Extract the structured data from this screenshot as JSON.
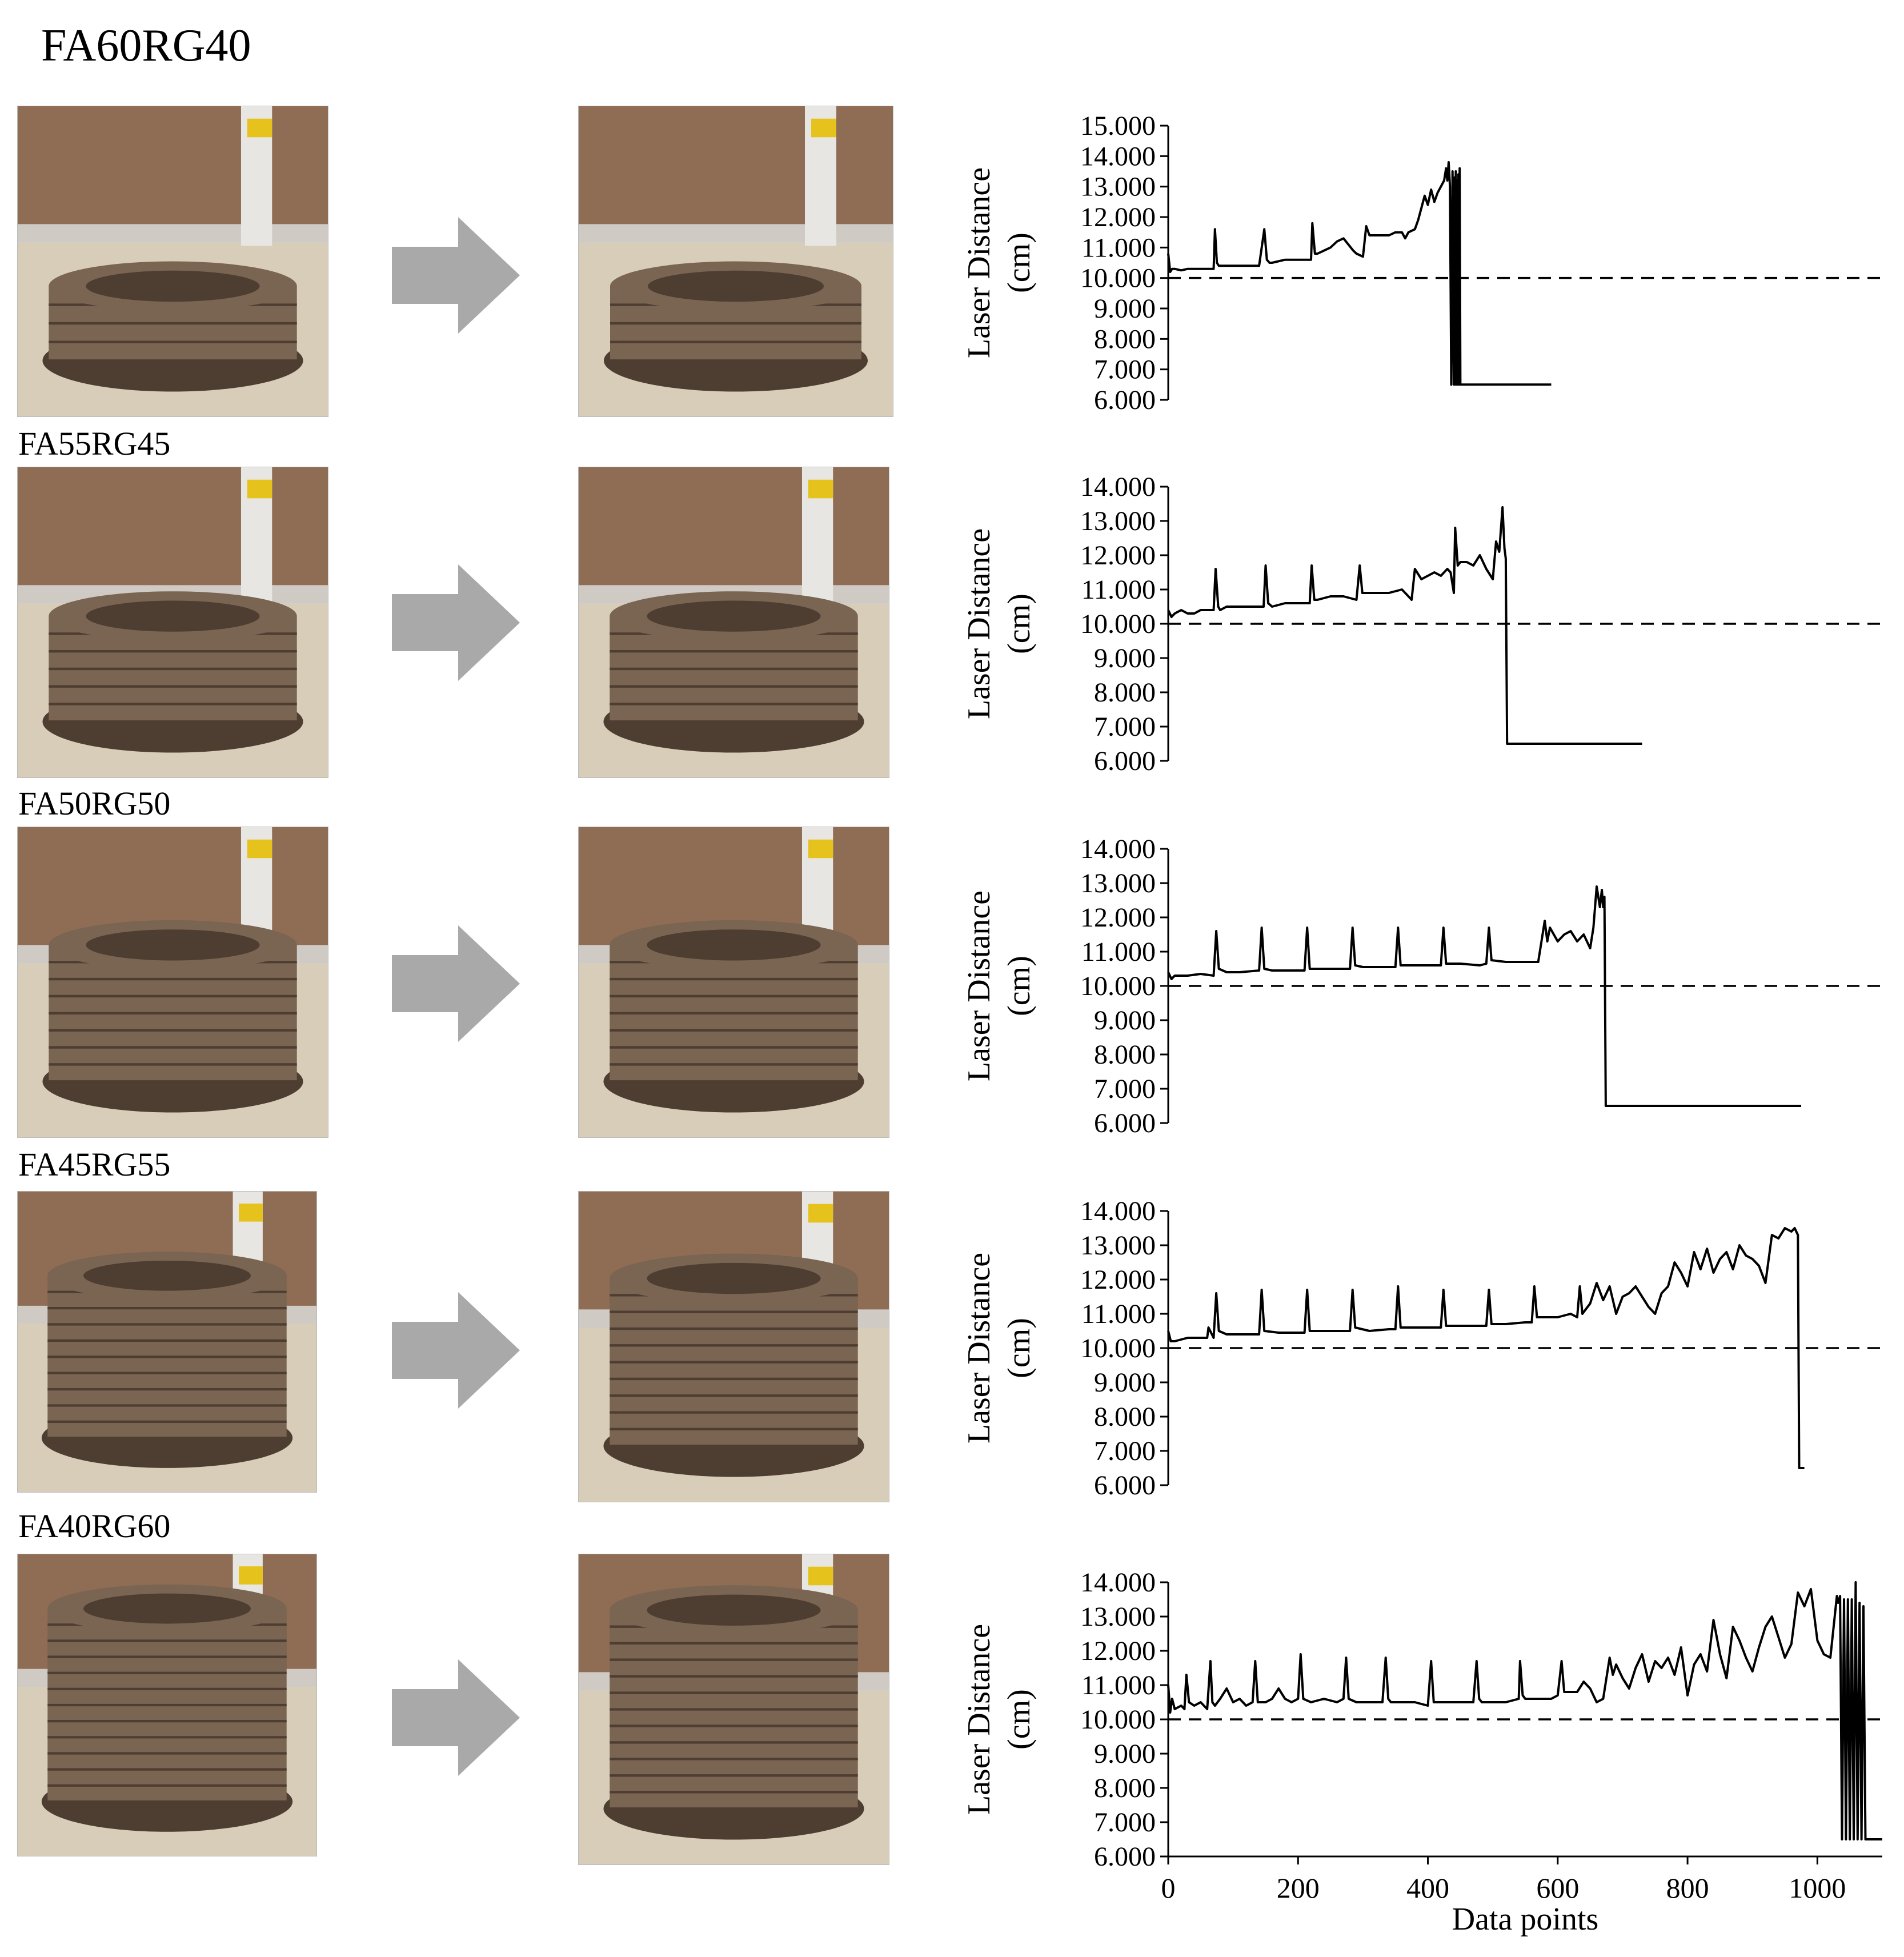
{
  "rows": [
    {
      "label": "FA60RG40"
    },
    {
      "label": "FA55RG45"
    },
    {
      "label": "FA50RG50"
    },
    {
      "label": "FA45RG55"
    },
    {
      "label": "FA40RG60"
    }
  ],
  "colors": {
    "clay": "#7a6452",
    "clay_dark": "#4e3d31",
    "wall": "#8f6d55",
    "floor": "#d8cdb8",
    "arrow": "#a9a9a9",
    "line": "#000000"
  },
  "chart_data": [
    {
      "type": "line",
      "title": "FA60RG40",
      "ylabel": [
        "Laser Distance",
        "(cm)"
      ],
      "yticks": [
        "15.000",
        "14.000",
        "13.000",
        "12.000",
        "11.000",
        "10.000",
        "9.000",
        "8.000",
        "7.000",
        "6.000"
      ],
      "ylim": [
        6,
        15
      ],
      "xlim": [
        0,
        1100
      ],
      "reference_line": 10,
      "series": [
        {
          "x": [
            0,
            3,
            6,
            10,
            20,
            30,
            40,
            50,
            60,
            70,
            72,
            75,
            78,
            90,
            100,
            120,
            140,
            148,
            152,
            156,
            160,
            180,
            200,
            220,
            222,
            226,
            230,
            240,
            250,
            260,
            270,
            285,
            290,
            300,
            305,
            310,
            320,
            330,
            340,
            350,
            360,
            365,
            370,
            380,
            385,
            390,
            395,
            400,
            405,
            410,
            415,
            420,
            425,
            428,
            430,
            432,
            434,
            436,
            438,
            440,
            441,
            442,
            443,
            444,
            445,
            446,
            447,
            448,
            449,
            450,
            452,
            454,
            456,
            470,
            490,
            510,
            530,
            550,
            570,
            590,
            590
          ],
          "y": [
            10.8,
            10.2,
            10.3,
            10.3,
            10.25,
            10.3,
            10.3,
            10.3,
            10.3,
            10.3,
            11.6,
            10.5,
            10.4,
            10.4,
            10.4,
            10.4,
            10.4,
            11.6,
            10.6,
            10.5,
            10.5,
            10.6,
            10.6,
            10.6,
            11.8,
            10.8,
            10.8,
            10.9,
            11.0,
            11.2,
            11.3,
            10.9,
            10.8,
            10.7,
            11.7,
            11.4,
            11.4,
            11.4,
            11.4,
            11.5,
            11.5,
            11.3,
            11.5,
            11.6,
            11.9,
            12.3,
            12.7,
            12.4,
            12.9,
            12.5,
            12.8,
            13.0,
            13.2,
            13.6,
            13.2,
            13.8,
            13.0,
            6.5,
            13.5,
            6.5,
            13.3,
            6.5,
            13.5,
            6.5,
            13.2,
            6.5,
            13.4,
            6.5,
            13.6,
            6.5,
            6.5,
            6.5,
            6.5,
            6.5,
            6.5,
            6.5,
            6.5,
            6.5,
            6.5,
            6.5,
            6.5
          ]
        }
      ]
    },
    {
      "type": "line",
      "title": "FA55RG45",
      "ylabel": [
        "Laser Distance",
        "(cm)"
      ],
      "yticks": [
        "14.000",
        "13.000",
        "12.000",
        "11.000",
        "10.000",
        "9.000",
        "8.000",
        "7.000",
        "6.000"
      ],
      "ylim": [
        6,
        14
      ],
      "xlim": [
        0,
        1100
      ],
      "reference_line": 10,
      "series": [
        {
          "x": [
            0,
            5,
            10,
            20,
            30,
            40,
            50,
            70,
            73,
            77,
            80,
            90,
            110,
            130,
            147,
            150,
            154,
            160,
            180,
            200,
            218,
            221,
            225,
            230,
            250,
            270,
            290,
            295,
            299,
            305,
            320,
            340,
            360,
            370,
            375,
            380,
            390,
            400,
            410,
            420,
            430,
            435,
            440,
            442,
            446,
            450,
            460,
            470,
            480,
            490,
            500,
            505,
            510,
            515,
            518,
            520,
            522,
            522,
            530,
            560,
            600,
            650,
            700,
            730
          ],
          "y": [
            10.4,
            10.2,
            10.3,
            10.4,
            10.3,
            10.3,
            10.4,
            10.4,
            11.6,
            10.5,
            10.4,
            10.5,
            10.5,
            10.5,
            10.5,
            11.7,
            10.6,
            10.5,
            10.6,
            10.6,
            10.6,
            11.7,
            10.7,
            10.7,
            10.8,
            10.8,
            10.7,
            11.7,
            10.9,
            10.9,
            10.9,
            10.9,
            11.0,
            10.8,
            10.7,
            11.6,
            11.3,
            11.4,
            11.5,
            11.4,
            11.6,
            11.5,
            10.9,
            12.8,
            11.7,
            11.8,
            11.8,
            11.7,
            12.0,
            11.6,
            11.3,
            12.4,
            12.1,
            13.4,
            12.2,
            11.9,
            6.5,
            6.5,
            6.5,
            6.5,
            6.5,
            6.5,
            6.5,
            6.5
          ]
        }
      ]
    },
    {
      "type": "line",
      "title": "FA50RG50",
      "ylabel": [
        "Laser Distance",
        "(cm)"
      ],
      "yticks": [
        "14.000",
        "13.000",
        "12.000",
        "11.000",
        "10.000",
        "9.000",
        "8.000",
        "7.000",
        "6.000"
      ],
      "ylim": [
        6,
        14
      ],
      "xlim": [
        0,
        1100
      ],
      "reference_line": 10,
      "series": [
        {
          "x": [
            0,
            5,
            10,
            30,
            50,
            70,
            74,
            78,
            90,
            110,
            140,
            144,
            148,
            160,
            180,
            210,
            214,
            218,
            240,
            270,
            280,
            284,
            288,
            300,
            330,
            350,
            354,
            358,
            380,
            410,
            420,
            424,
            428,
            450,
            480,
            490,
            494,
            498,
            520,
            550,
            570,
            580,
            584,
            588,
            600,
            610,
            620,
            630,
            640,
            650,
            655,
            660,
            665,
            668,
            670,
            672,
            674,
            676,
            680,
            700,
            750,
            800,
            850,
            900,
            950,
            975
          ],
          "y": [
            10.4,
            10.2,
            10.3,
            10.3,
            10.35,
            10.3,
            11.6,
            10.5,
            10.4,
            10.4,
            10.45,
            11.7,
            10.5,
            10.45,
            10.45,
            10.45,
            11.7,
            10.5,
            10.5,
            10.5,
            10.5,
            11.7,
            10.6,
            10.55,
            10.55,
            10.55,
            11.7,
            10.6,
            10.6,
            10.6,
            10.6,
            11.7,
            10.65,
            10.65,
            10.6,
            10.65,
            11.7,
            10.75,
            10.7,
            10.7,
            10.7,
            11.9,
            11.3,
            11.7,
            11.3,
            11.5,
            11.6,
            11.3,
            11.5,
            11.1,
            11.7,
            12.9,
            12.3,
            12.8,
            12.3,
            12.6,
            6.5,
            6.5,
            6.5,
            6.5,
            6.5,
            6.5,
            6.5,
            6.5,
            6.5,
            6.5
          ]
        }
      ]
    },
    {
      "type": "line",
      "title": "FA45RG55",
      "ylabel": [
        "Laser Distance",
        "(cm)"
      ],
      "yticks": [
        "14.000",
        "13.000",
        "12.000",
        "11.000",
        "10.000",
        "9.000",
        "8.000",
        "7.000",
        "6.000"
      ],
      "ylim": [
        6,
        14
      ],
      "xlim": [
        0,
        1100
      ],
      "reference_line": 10,
      "series": [
        {
          "x": [
            0,
            4,
            10,
            30,
            60,
            62,
            70,
            74,
            78,
            90,
            120,
            140,
            144,
            148,
            170,
            200,
            210,
            214,
            218,
            240,
            270,
            280,
            284,
            288,
            310,
            340,
            350,
            354,
            358,
            380,
            410,
            420,
            424,
            428,
            450,
            480,
            490,
            494,
            498,
            520,
            550,
            560,
            564,
            568,
            600,
            620,
            630,
            634,
            638,
            650,
            660,
            670,
            680,
            690,
            700,
            710,
            720,
            730,
            740,
            750,
            760,
            770,
            780,
            790,
            800,
            810,
            820,
            830,
            840,
            850,
            860,
            870,
            880,
            890,
            900,
            910,
            920,
            930,
            940,
            950,
            960,
            965,
            970,
            972,
            975,
            980
          ],
          "y": [
            10.5,
            10.2,
            10.2,
            10.3,
            10.3,
            10.6,
            10.3,
            11.6,
            10.5,
            10.4,
            10.4,
            10.4,
            11.7,
            10.5,
            10.45,
            10.45,
            10.45,
            11.7,
            10.5,
            10.5,
            10.5,
            10.5,
            11.7,
            10.6,
            10.5,
            10.55,
            10.55,
            11.8,
            10.6,
            10.6,
            10.6,
            10.6,
            11.7,
            10.65,
            10.65,
            10.65,
            10.65,
            11.7,
            10.7,
            10.7,
            10.75,
            10.75,
            11.8,
            10.9,
            10.9,
            11.0,
            10.9,
            11.8,
            11.0,
            11.3,
            11.9,
            11.4,
            11.8,
            11.0,
            11.5,
            11.6,
            11.8,
            11.5,
            11.2,
            11.0,
            11.6,
            11.8,
            12.5,
            12.2,
            11.8,
            12.8,
            12.3,
            12.9,
            12.2,
            12.6,
            12.8,
            12.3,
            13.0,
            12.7,
            12.6,
            12.4,
            11.9,
            13.3,
            13.2,
            13.5,
            13.4,
            13.5,
            13.3,
            6.5,
            6.5,
            6.5
          ]
        }
      ]
    },
    {
      "type": "line",
      "title": "FA40RG60",
      "xlabel": "Data points",
      "ylabel": [
        "Laser Distance",
        "(cm)"
      ],
      "yticks": [
        "14.000",
        "13.000",
        "12.000",
        "11.000",
        "10.000",
        "9.000",
        "8.000",
        "7.000",
        "6.000"
      ],
      "xticks": [
        "0",
        "200",
        "400",
        "600",
        "800",
        "1000"
      ],
      "ylim": [
        6,
        14
      ],
      "xlim": [
        0,
        1100
      ],
      "reference_line": 10,
      "series": [
        {
          "x": [
            0,
            3,
            6,
            10,
            20,
            25,
            28,
            32,
            40,
            50,
            60,
            65,
            68,
            72,
            80,
            90,
            100,
            110,
            120,
            130,
            134,
            138,
            150,
            160,
            170,
            180,
            190,
            200,
            204,
            208,
            220,
            240,
            260,
            270,
            274,
            278,
            290,
            310,
            330,
            335,
            339,
            343,
            360,
            380,
            400,
            405,
            409,
            413,
            430,
            450,
            470,
            475,
            479,
            483,
            500,
            520,
            540,
            542,
            546,
            550,
            570,
            590,
            600,
            606,
            610,
            630,
            640,
            650,
            660,
            670,
            680,
            685,
            690,
            700,
            710,
            720,
            730,
            740,
            750,
            760,
            770,
            780,
            790,
            800,
            810,
            820,
            830,
            840,
            850,
            860,
            870,
            880,
            890,
            900,
            910,
            920,
            930,
            940,
            950,
            960,
            970,
            980,
            990,
            1000,
            1010,
            1020,
            1030,
            1032,
            1035,
            1038,
            1041,
            1044,
            1047,
            1050,
            1053,
            1056,
            1059,
            1062,
            1065,
            1068,
            1071,
            1074,
            1080,
            1100
          ],
          "y": [
            11.0,
            10.2,
            10.6,
            10.3,
            10.4,
            10.3,
            11.3,
            10.5,
            10.4,
            10.5,
            10.3,
            11.7,
            10.5,
            10.4,
            10.6,
            10.9,
            10.5,
            10.6,
            10.4,
            10.5,
            11.7,
            10.5,
            10.5,
            10.6,
            10.9,
            10.6,
            10.5,
            10.6,
            11.9,
            10.6,
            10.5,
            10.6,
            10.5,
            10.6,
            11.8,
            10.6,
            10.5,
            10.5,
            10.5,
            11.8,
            10.6,
            10.5,
            10.5,
            10.5,
            10.4,
            11.7,
            10.5,
            10.5,
            10.5,
            10.5,
            10.5,
            11.7,
            10.6,
            10.5,
            10.5,
            10.5,
            10.6,
            11.7,
            10.7,
            10.6,
            10.6,
            10.6,
            10.7,
            11.7,
            10.8,
            10.8,
            11.1,
            10.9,
            10.5,
            10.6,
            11.8,
            11.3,
            11.6,
            11.2,
            10.9,
            11.5,
            11.9,
            11.1,
            11.7,
            11.5,
            11.8,
            11.3,
            12.1,
            10.7,
            11.6,
            11.9,
            11.4,
            12.9,
            11.9,
            11.2,
            12.7,
            12.3,
            11.8,
            11.4,
            12.1,
            12.7,
            13.0,
            12.4,
            11.8,
            12.2,
            13.7,
            13.3,
            13.8,
            12.3,
            11.9,
            11.8,
            13.6,
            13.4,
            13.6,
            6.5,
            13.5,
            6.5,
            13.5,
            6.5,
            13.5,
            6.5,
            14.0,
            6.5,
            13.4,
            6.5,
            13.3,
            6.5,
            6.5,
            6.5
          ]
        }
      ]
    }
  ]
}
